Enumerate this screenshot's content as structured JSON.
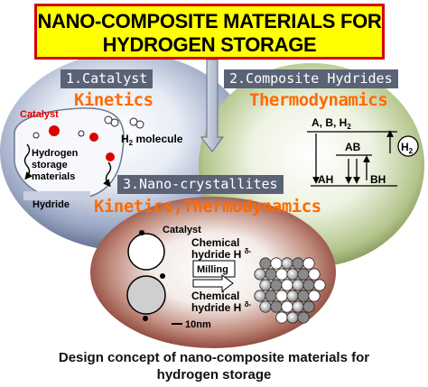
{
  "title": {
    "line1": "NANO-COMPOSITE MATERIALS FOR",
    "line2": "HYDROGEN STORAGE"
  },
  "panels": {
    "catalyst": {
      "label": "1.Catalyst",
      "property": "Kinetics",
      "catalyst_text": "Catalyst",
      "molecule_prefix": "H",
      "molecule_sub": "2",
      "molecule_suffix": " molecule",
      "storage_lines": [
        "Hydrogen",
        "storage",
        "materials"
      ],
      "hydride": "Hydride"
    },
    "composite": {
      "label": "2.Composite Hydrides",
      "property": "Thermodynamics",
      "top_label_prefix": "A, B, H",
      "top_label_sub": "2",
      "ab": "AB",
      "ah": "AH",
      "bh": "BH",
      "h2_prefix": "H",
      "h2_sub": "2"
    },
    "nanocrystallites": {
      "label": "3.Nano-crystallites",
      "property": "Kinetics,Thermodynamics",
      "catalyst_text": "Catalyst",
      "hydride_lines": [
        "Chemical",
        "hydride H"
      ],
      "milling": "Milling",
      "scale": "10nm",
      "charge": "δ-"
    }
  },
  "caption": {
    "line1": "Design concept of nano-composite materials for",
    "line2": "hydrogen storage"
  },
  "colors": {
    "title_bg": "#ffff00",
    "title_border": "#d40000",
    "label_bg": "#5a6376",
    "orange_text": "#ff6a00",
    "catalyst_red": "#e00000"
  }
}
